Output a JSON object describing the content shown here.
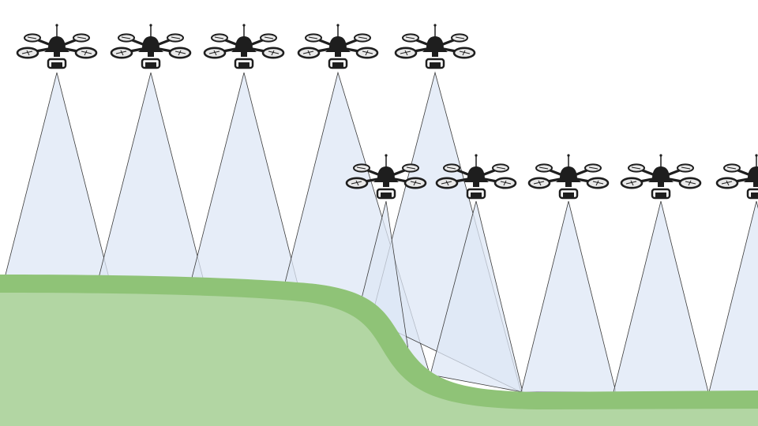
{
  "colors": {
    "background": "#ffffff",
    "cone_fill": "#dde7f5",
    "cone_stroke": "#3a3a3a",
    "ground_band": "#8fc377",
    "ground_fill": "#b2d6a3",
    "drone_body": "#1e1e1e",
    "propeller_disc": "#e9e9e9"
  },
  "icons": {
    "drone": "quadcopter-drone-icon",
    "coverage": "camera-field-of-view-cone"
  },
  "diagram": {
    "rows": [
      {
        "name": "high-altitude-row",
        "drone_count": 5
      },
      {
        "name": "low-altitude-row",
        "drone_count": 5
      }
    ]
  }
}
